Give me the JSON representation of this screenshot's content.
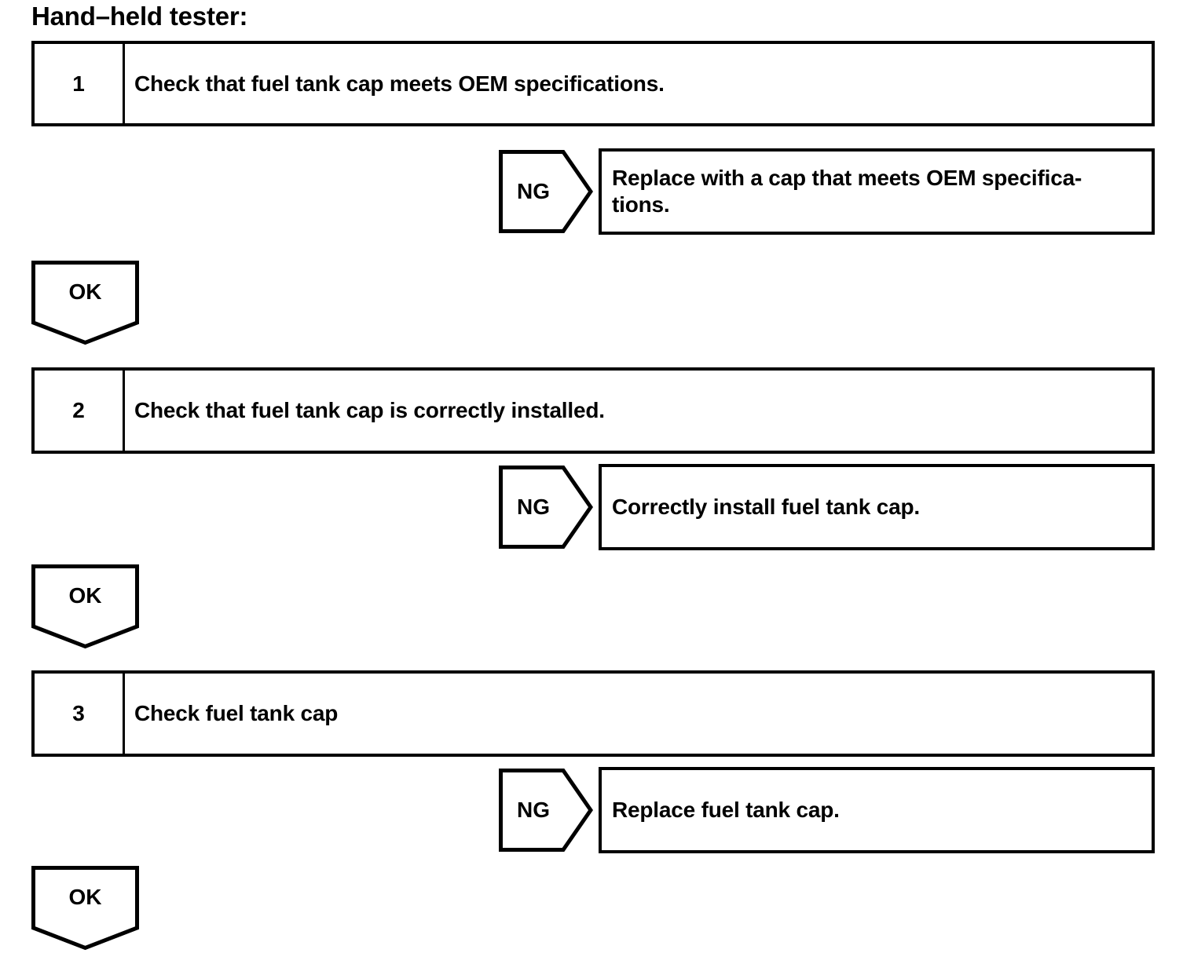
{
  "title": "Hand–held tester:",
  "colors": {
    "line": "#000000",
    "background": "#ffffff",
    "text": "#000000"
  },
  "steps": [
    {
      "number": "1",
      "instruction": "Check that fuel tank cap meets OEM specifications.",
      "ng_label": "NG",
      "ng_action": "Replace with a cap that meets OEM specifica-\ntions.",
      "ok_label": "OK"
    },
    {
      "number": "2",
      "instruction": "Check that fuel tank cap is correctly installed.",
      "ng_label": "NG",
      "ng_action": "Correctly install fuel tank cap.",
      "ok_label": "OK"
    },
    {
      "number": "3",
      "instruction": "Check fuel tank cap",
      "ng_label": "NG",
      "ng_action": "Replace fuel tank cap.",
      "ok_label": "OK"
    }
  ]
}
